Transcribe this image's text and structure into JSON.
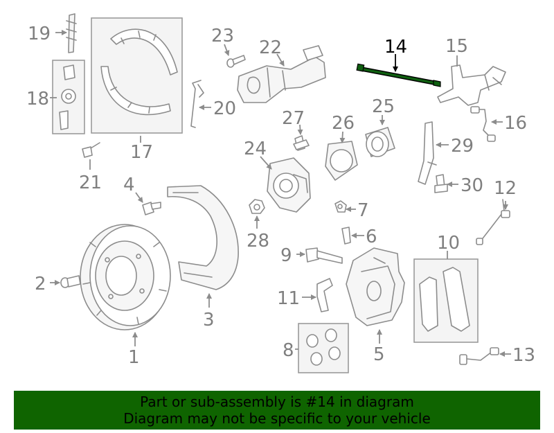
{
  "diagram": {
    "highlighted_part": "14",
    "callouts": [
      "1",
      "2",
      "3",
      "4",
      "5",
      "6",
      "7",
      "8",
      "9",
      "10",
      "11",
      "12",
      "13",
      "14",
      "15",
      "16",
      "17",
      "18",
      "19",
      "20",
      "21",
      "22",
      "23",
      "24",
      "25",
      "26",
      "27",
      "28",
      "29",
      "30"
    ]
  },
  "banner": {
    "line1": "Part or sub-assembly is #14 in diagram",
    "line2": "Diagram may not be specific to your vehicle",
    "background": "#0f6400"
  }
}
